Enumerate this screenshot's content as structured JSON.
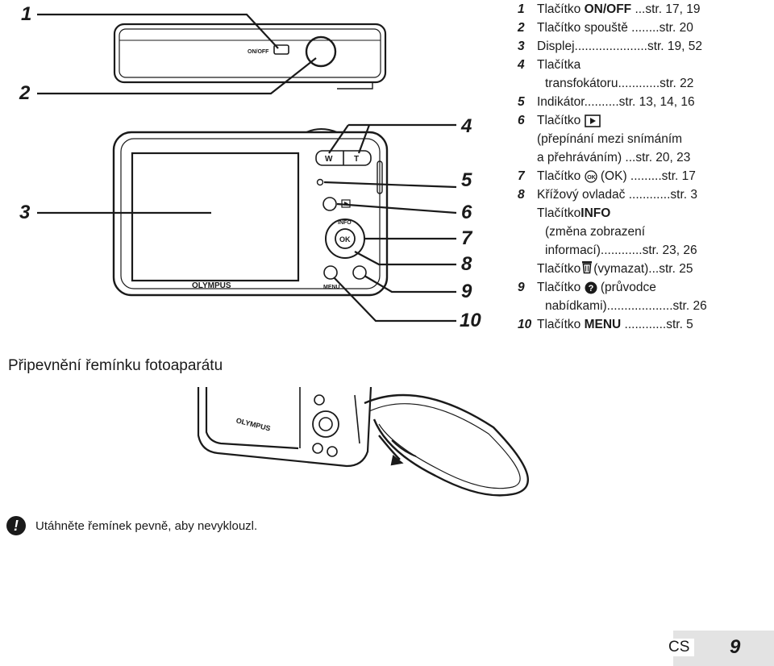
{
  "callouts": {
    "c1": "1",
    "c2": "2",
    "c3": "3",
    "c4": "4",
    "c5": "5",
    "c6": "6",
    "c7": "7",
    "c8": "8",
    "c9": "9",
    "c10": "10"
  },
  "camera_labels": {
    "on_off": "ON/OFF",
    "brand": "OLYMPUS",
    "zoom_w": "W",
    "zoom_t": "T",
    "info": "INFO",
    "ok": "OK",
    "menu": "MENU"
  },
  "legend": {
    "i1": {
      "num": "1",
      "pre": "Tlačítko ",
      "bold": "ON/OFF",
      "post": " ...str. 17, 19"
    },
    "i2": {
      "num": "2",
      "text": "Tlačítko spouště ........str. 20"
    },
    "i3": {
      "num": "3",
      "text": "Displej.....................str. 19, 52"
    },
    "i4": {
      "num": "4",
      "text": "Tlačítka",
      "cont": "transfokátoru............str. 22"
    },
    "i5": {
      "num": "5",
      "text": "Indikátor..........str. 13, 14, 16"
    },
    "i6": {
      "num": "6",
      "pre": "Tlačítko ",
      "cont1": "(přepínání mezi snímáním",
      "cont2": "a přehráváním) ...str. 20, 23"
    },
    "i7": {
      "num": "7",
      "pre": "Tlačítko ",
      "post": " (OK) .........str. 17"
    },
    "i8": {
      "num": "8",
      "text": "Křížový ovladač ............str. 3"
    },
    "i8a": {
      "pre": "Tlačítko ",
      "bold": "INFO",
      "cont1": "(změna zobrazení",
      "cont2": "informací)............str. 23, 26"
    },
    "i8b": {
      "pre": "Tlačítko ",
      "post": " (vymazat)...str. 25"
    },
    "i9": {
      "num": "9",
      "pre": "Tlačítko ",
      "post": " (průvodce",
      "cont": "nabídkami)...................str. 26"
    },
    "i10": {
      "num": "10",
      "pre": "Tlačítko ",
      "bold": "MENU",
      "post": " ............str. 5"
    }
  },
  "section_title": "Připevnění řemínku fotoaparátu",
  "warning": {
    "icon": "!",
    "text": "Utáhněte řemínek pevně, aby nevyklouzl."
  },
  "footer": {
    "lang": "CS",
    "page": "9"
  },
  "icon_names": [
    "playback-icon",
    "ok-icon",
    "trash-icon",
    "help-icon",
    "warning-icon"
  ]
}
